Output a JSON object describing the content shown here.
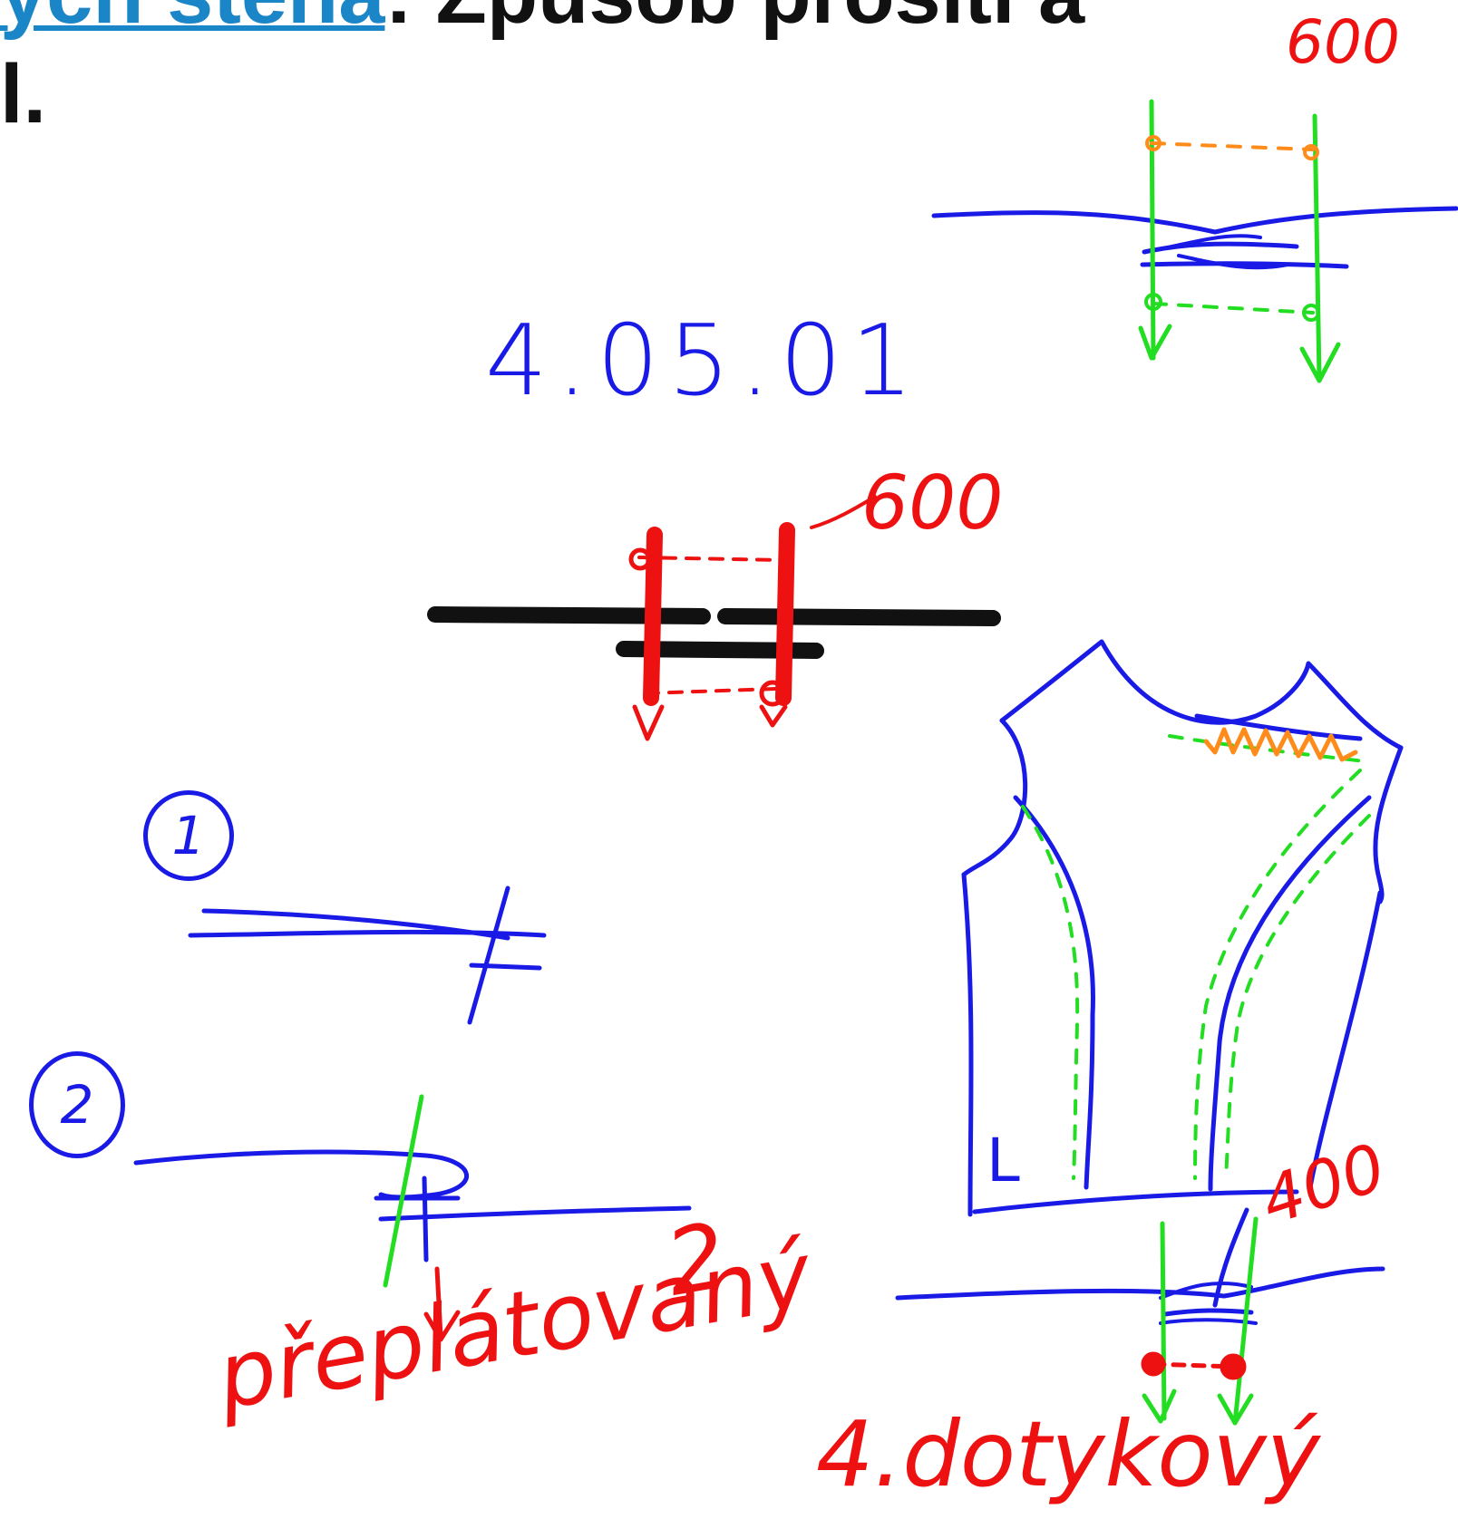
{
  "header": {
    "line1_link": "ych stena",
    "line1_rest": ": Způsob prošití a",
    "line2": "l."
  },
  "labels": {
    "number": "4.05.01",
    "dim_top": "600",
    "dim_middle": "600",
    "dim_bottom": "400",
    "marker_1": "1",
    "marker_2": "2",
    "seam_preplatovany": "přeplátovaný",
    "seam_preplatovany_num": "2",
    "seam_dotykovy": "4.dotykový",
    "panel_mark": "L"
  },
  "colors": {
    "sketch_blue": "#1a1ae6",
    "stitch_green": "#22dd22",
    "dim_red": "#ee1111",
    "accent_orange": "#ff8c1a",
    "ink_black": "#111111",
    "link_blue": "#1a86c8"
  }
}
